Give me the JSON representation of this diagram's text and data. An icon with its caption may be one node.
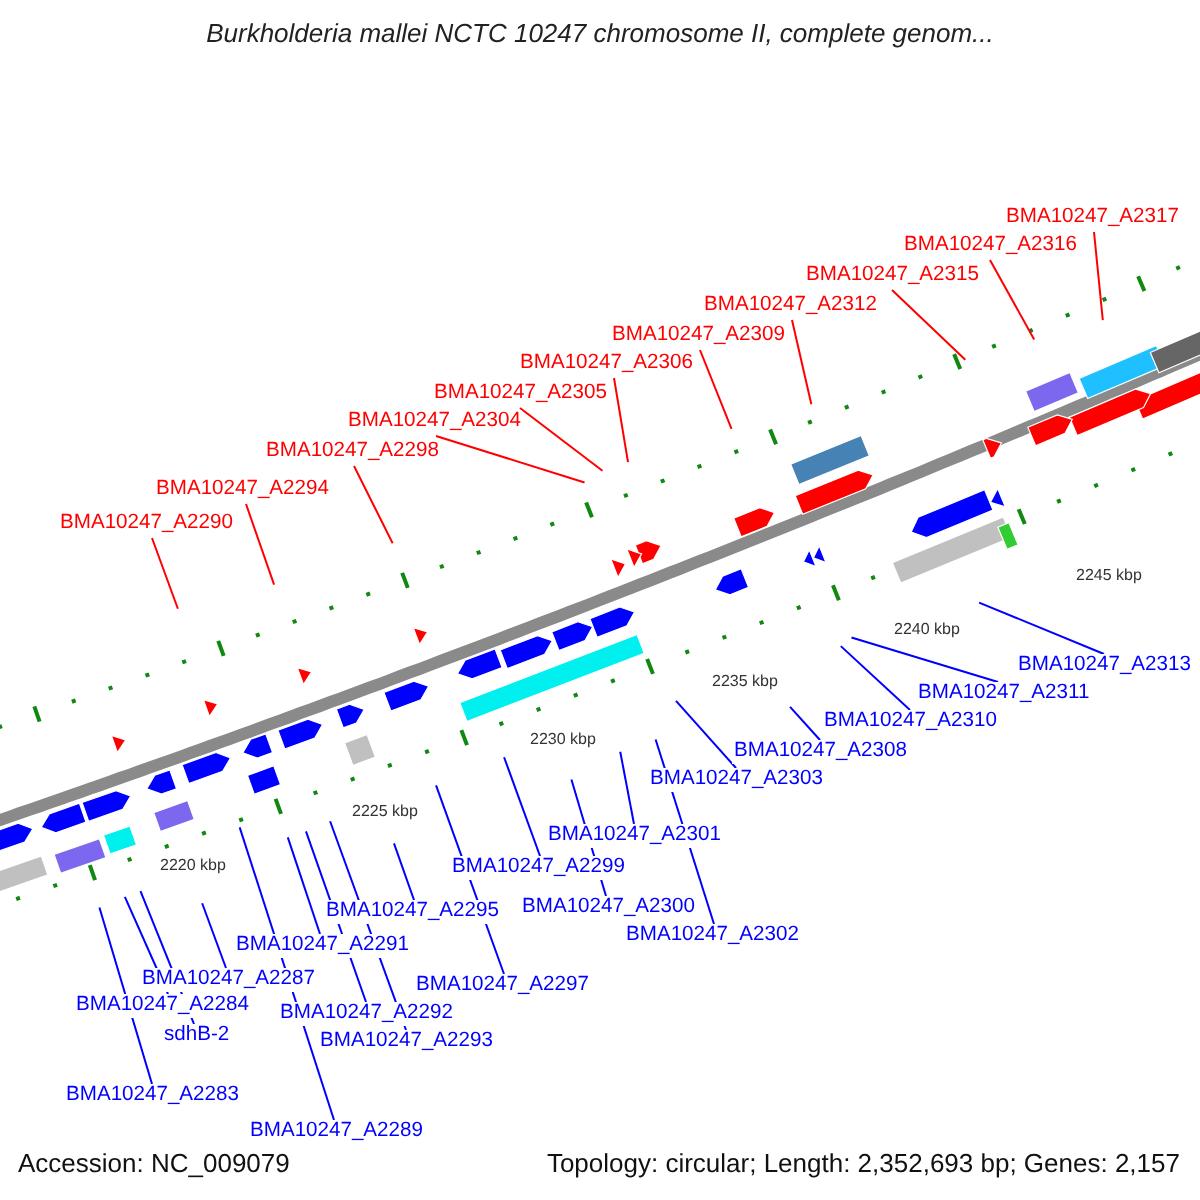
{
  "diagram": {
    "title": "Burkholderia mallei NCTC 10247 chromosome II, complete genom...",
    "nodes": [
      {
        "text": [
          "BMA10247_A2317"
        ]
      },
      {
        "text": [
          "BMA10247_A2316"
        ]
      },
      {
        "text": [
          "BMA10247_A2315"
        ]
      },
      {
        "text": [
          "BMA10247_A2312"
        ]
      },
      {
        "text": [
          "BMA10247_A2309"
        ]
      },
      {
        "text": [
          "BMA10247_A2306"
        ]
      },
      {
        "text": [
          "BMA10247_A2305"
        ]
      },
      {
        "text": [
          "BMA10247_A2304"
        ]
      },
      {
        "text": [
          "BMA10247_A2298"
        ]
      },
      {
        "text": [
          "BMA10247_A2294"
        ]
      },
      {
        "text": [
          "BMA10247_A2290"
        ]
      },
      {
        "text": [
          "BMA10247_A2313"
        ]
      },
      {
        "text": [
          "BMA10247_A2311"
        ]
      },
      {
        "text": [
          "BMA10247_A2310"
        ]
      },
      {
        "text": [
          "BMA10247_A2308"
        ]
      },
      {
        "text": [
          "BMA10247_A2303"
        ]
      },
      {
        "text": [
          "BMA10247_A2301"
        ]
      },
      {
        "text": [
          "BMA10247_A2299"
        ]
      },
      {
        "text": [
          "BMA10247_A2300"
        ]
      },
      {
        "text": [
          "BMA10247_A2295"
        ]
      },
      {
        "text": [
          "BMA10247_A2302"
        ]
      },
      {
        "text": [
          "BMA10247_A2291"
        ]
      },
      {
        "text": [
          "BMA10247_A2287"
        ]
      },
      {
        "text": [
          "BMA10247_A2297"
        ]
      },
      {
        "text": [
          "BMA10247_A2284"
        ]
      },
      {
        "text": [
          "BMA10247_A2292"
        ]
      },
      {
        "text": [
          "sdhB-2"
        ]
      },
      {
        "text": [
          "BMA10247_A2293"
        ]
      },
      {
        "text": [
          "BMA10247_A2283"
        ]
      },
      {
        "text": [
          "BMA10247_A2289"
        ]
      }
    ],
    "edges": [
      {
        "from": 0,
        "to": null,
        "arrow": "none",
        "color": "#ff0000"
      },
      {
        "from": 1,
        "to": null,
        "arrow": "none",
        "color": "#ff0000"
      },
      {
        "from": 2,
        "to": null,
        "arrow": "none",
        "color": "#ff0000"
      },
      {
        "from": 3,
        "to": null,
        "arrow": "none",
        "color": "#ff0000"
      },
      {
        "from": 4,
        "to": null,
        "arrow": "none",
        "color": "#ff0000"
      },
      {
        "from": 5,
        "to": null,
        "arrow": "none",
        "color": "#ff0000"
      },
      {
        "from": 6,
        "to": null,
        "arrow": "none",
        "color": "#ff0000"
      },
      {
        "from": 7,
        "to": null,
        "arrow": "none",
        "color": "#ff0000"
      },
      {
        "from": 8,
        "to": null,
        "arrow": "none",
        "color": "#ff0000"
      },
      {
        "from": 9,
        "to": null,
        "arrow": "none",
        "color": "#ff0000"
      },
      {
        "from": 10,
        "to": null,
        "arrow": "none",
        "color": "#ff0000"
      },
      {
        "from": 11,
        "to": null,
        "arrow": "none"
      },
      {
        "from": 12,
        "to": null,
        "arrow": "none"
      },
      {
        "from": 13,
        "to": null,
        "arrow": "none"
      },
      {
        "from": 14,
        "to": null,
        "arrow": "none"
      },
      {
        "from": 15,
        "to": null,
        "arrow": "none"
      },
      {
        "from": 16,
        "to": null,
        "arrow": "none"
      },
      {
        "from": 17,
        "to": null,
        "arrow": "none"
      },
      {
        "from": 18,
        "to": null,
        "arrow": "none"
      },
      {
        "from": 19,
        "to": null,
        "arrow": "none"
      },
      {
        "from": 20,
        "to": null,
        "arrow": "none"
      },
      {
        "from": 21,
        "to": null,
        "arrow": "none"
      },
      {
        "from": 22,
        "to": null,
        "arrow": "none"
      },
      {
        "from": 23,
        "to": null,
        "arrow": "none"
      },
      {
        "from": 24,
        "to": null,
        "arrow": "none"
      },
      {
        "from": 25,
        "to": null,
        "arrow": "none"
      },
      {
        "from": 26,
        "to": null,
        "arrow": "none"
      },
      {
        "from": 27,
        "to": null,
        "arrow": "none"
      },
      {
        "from": 28,
        "to": null,
        "arrow": "none"
      },
      {
        "from": 29,
        "to": null,
        "arrow": "none"
      }
    ],
    "labels": [
      "2245 kbp",
      "2240 kbp",
      "2235 kbp",
      "2230 kbp",
      "2225 kbp",
      "2220 kbp",
      "Accession: NC_009079",
      "Topology: circular; Length: 2,352,693 bp; Genes: 2,157"
    ]
  }
}
